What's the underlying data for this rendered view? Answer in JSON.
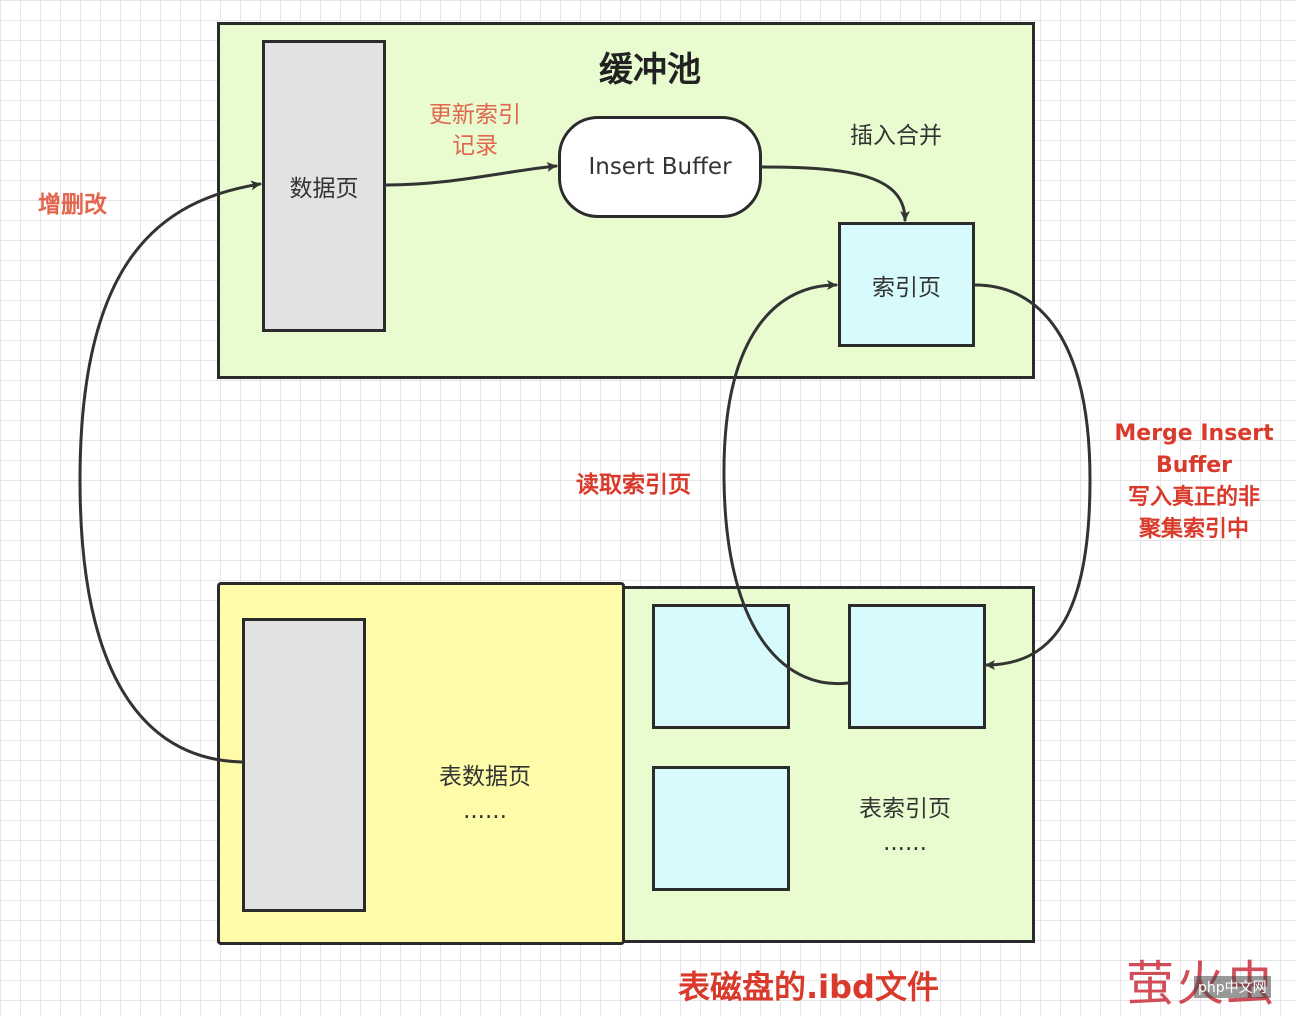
{
  "buffer_pool": {
    "title": "缓冲池",
    "data_page": "数据页",
    "update_index_label": [
      "更新索引",
      "记录"
    ],
    "insert_buffer": "Insert Buffer",
    "insert_merge_label": "插入合并",
    "index_page": "索引页"
  },
  "side_labels": {
    "crud": "增删改",
    "read_index_page": "读取索引页",
    "merge_label": [
      "Merge Insert",
      "Buffer",
      "写入真正的非",
      "聚集索引中"
    ]
  },
  "disk": {
    "table_data_pages": "表数据页",
    "table_data_ellipsis": "......",
    "table_index_pages": "表索引页",
    "table_index_ellipsis": "......",
    "caption": "表磁盘的.ibd文件"
  },
  "watermark": {
    "text": "萤火虫",
    "site": "php中文网"
  },
  "colors": {
    "pool_bg": "#e8fcd0",
    "data_page_bg": "#e2e2e2",
    "index_page_bg": "#d7fbfd",
    "table_data_bg": "#fefca8",
    "red_label": "#d93a2b",
    "salmon_label": "#e2664e"
  }
}
